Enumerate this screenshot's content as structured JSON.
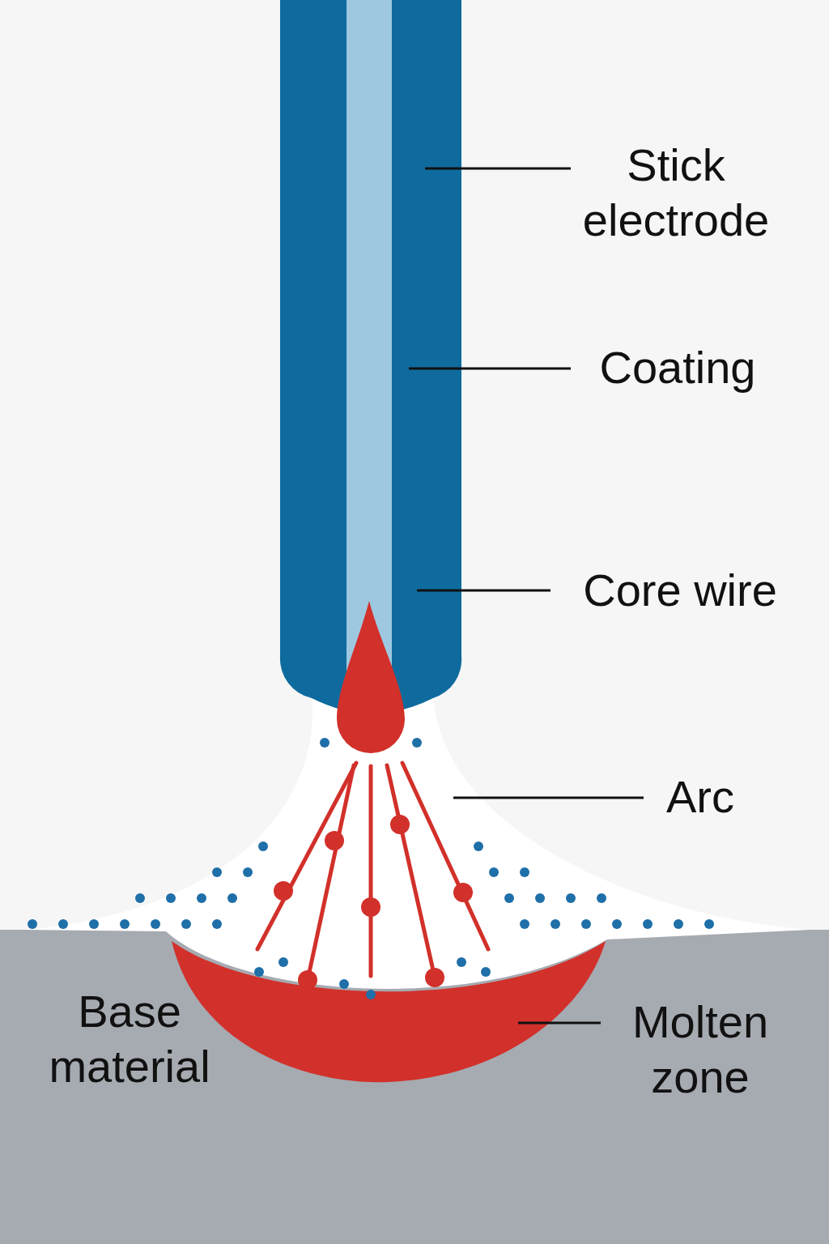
{
  "diagram": {
    "labels": [
      "Stick electrode",
      "Coating",
      "Core wire",
      "Arc",
      "Base material",
      "Molten zone"
    ]
  }
}
